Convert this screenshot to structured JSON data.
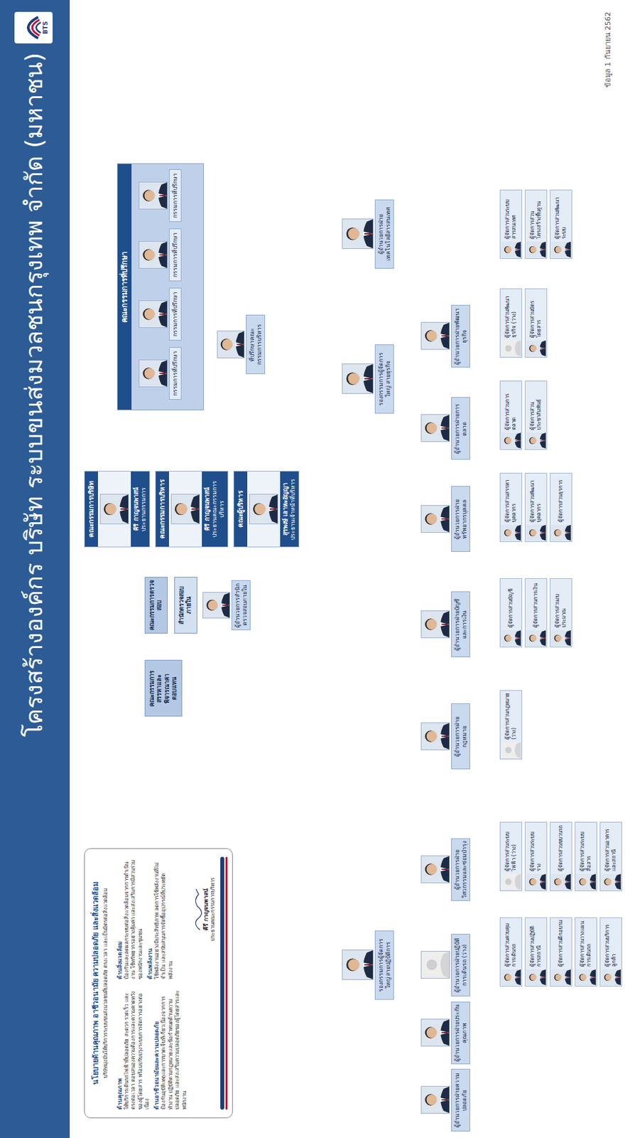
{
  "diagram": {
    "title": "โครงสร้างองค์กร บริษัท ระบบขนส่งมวลชนกรุงเทพ จำกัด (มหาชน)",
    "nodes": [
      {
        "text": [
          "คณะกรรมการบริษัท",
          "คีรี กาญจนพาสน์",
          "ประธานกรรมการ"
        ]
      },
      {
        "text": [
          "คณะกรรมการบริหาร",
          "คีรี กาญจนพาสน์",
          "ประธานคณะกรรมการบริหาร"
        ]
      },
      {
        "text": [
          "คณะผู้บริหาร",
          "สุรพงษ์ เลาหะอัญญา",
          "ประธานเจ้าหน้าที่บริหาร"
        ]
      },
      {
        "text": [
          "คณะกรรมการสรรหาและพิจารณาค่าตอบแทน"
        ]
      },
      {
        "text": [
          "คณะกรรมการตรวจสอบ"
        ]
      },
      {
        "text": [
          "สำนักตรวจสอบภายใน"
        ]
      },
      {
        "text": [
          "ผู้อำนวยการสำนักตรวจสอบภายใน"
        ]
      },
      {
        "text": [
          "คณะกรรมการที่ปรึกษา"
        ]
      },
      {
        "text": [
          "กรรมการที่ปรึกษา"
        ],
        "in": 7
      },
      {
        "text": [
          "กรรมการที่ปรึกษา"
        ],
        "in": 7
      },
      {
        "text": [
          "กรรมการที่ปรึกษา"
        ],
        "in": 7
      },
      {
        "text": [
          "กรรมการที่ปรึกษา"
        ],
        "in": 7
      },
      {
        "text": [
          "ที่ปรึกษาคณะกรรมการบริหาร"
        ]
      },
      {
        "text": [
          "นโยบายด้านคุณภาพ อาชีวอนามัย ความปลอดภัย และสิ่งแวดล้อม",
          "บริษัทมุ่งมั่นให้บริการระบบขนส่งมวลชนที่ปลอดภัย ตรงเวลา และเป็นมิตรต่อสิ่งแวดล้อม",
          "ด้านคุณภาพ",
          "ให้บริการเดินรถไฟฟ้าที่ปลอดภัย สะดวก รวดเร็ว และตรงต่อเวลา ตอบสนองความต้องการและความคาดหวังของผู้โดยสาร พร้อมปรับปรุงระบบการจัดการอย่างต่อเนื่อง",
          "ด้านอาชีวอนามัยและความปลอดภัย",
          "ป้องกันอุบัติเหตุและการบาดเจ็บที่เกี่ยวเนื่องจากการทำงาน ปฏิบัติตามกฎหมายและข้อกำหนดด้านความปลอดภัย และส่งเสริมความปลอดภัยของผู้โดยสารและพนักงาน",
          "ด้านสิ่งแวดล้อม",
          "ป้องกันและลดผลกระทบต่อสิ่งแวดล้อมจากการดำเนินงาน ใช้ทรัพยากรอย่างคุ้มค่า และส่งเสริมการมีส่วนร่วมของพนักงานและชุมชน",
          "ด้านพลังงาน",
          "ใช้พลังงานอย่างมีประสิทธิภาพ ลดการใช้พลังงานที่ไม่จำเป็น และสนับสนุนการจัดซื้ออุปกรณ์ที่ประหยัดพลังงาน",
          "คีรี กาญจนพาสน์",
          "ประธานคณะกรรมการบริหาร"
        ]
      },
      {
        "text": [
          "รองกรรมการผู้จัดการใหญ่ สายปฏิบัติการ"
        ]
      },
      {
        "text": [
          "ผู้อำนวยการฝ่ายความปลอดภัย"
        ]
      },
      {
        "text": [
          "ผู้อำนวยการฝ่ายประกันคุณภาพ"
        ]
      },
      {
        "text": [
          "ผู้อำนวยการฝ่ายปฏิบัติการเดินรถ (ว่าง)"
        ]
      },
      {
        "text": [
          "ผู้จัดการส่วนควบคุมการเดินรถ"
        ]
      },
      {
        "text": [
          "ผู้จัดการส่วนปฏิบัติการสถานี"
        ]
      },
      {
        "text": [
          "ผู้จัดการส่วนฝึกอบรม"
        ]
      },
      {
        "text": [
          "ผู้จัดการส่วนวางแผนการเดินรถ"
        ]
      },
      {
        "text": [
          "ผู้จัดการส่วนบริการลูกค้า"
        ]
      },
      {
        "text": [
          "ผู้อำนวยการฝ่ายวิศวกรรมและซ่อมบำรุง"
        ]
      },
      {
        "text": [
          "ผู้จัดการส่วนระบบไฟฟ้า (ว่าง)"
        ]
      },
      {
        "text": [
          "ผู้จัดการส่วนระบบราง"
        ]
      },
      {
        "text": [
          "ผู้จัดการส่วนขบวนรถ"
        ]
      },
      {
        "text": [
          "ผู้จัดการส่วนระบบสื่อสาร"
        ]
      },
      {
        "text": [
          "ผู้จัดการส่วนอาคารและสถานี"
        ]
      },
      {
        "text": [
          "ผู้อำนวยการฝ่ายกฎหมาย"
        ]
      },
      {
        "text": [
          "ผู้จัดการส่วนกฎหมาย (ว่าง)"
        ]
      },
      {
        "text": [
          "ผู้อำนวยการฝ่ายบัญชีและการเงิน"
        ]
      },
      {
        "text": [
          "ผู้จัดการส่วนบัญชี"
        ]
      },
      {
        "text": [
          "ผู้จัดการส่วนการเงิน"
        ]
      },
      {
        "text": [
          "ผู้จัดการส่วนงบประมาณ"
        ]
      },
      {
        "text": [
          "ผู้อำนวยการฝ่ายทรัพยากรบุคคล"
        ]
      },
      {
        "text": [
          "ผู้จัดการส่วนสรรหาบุคลากร"
        ]
      },
      {
        "text": [
          "ผู้จัดการส่วนพัฒนาบุคลากร"
        ]
      },
      {
        "text": [
          "ผู้จัดการส่วนธุรการ"
        ]
      },
      {
        "text": [
          "รองกรรมการผู้จัดการใหญ่ สายธุรกิจ"
        ]
      },
      {
        "text": [
          "ผู้อำนวยการฝ่ายการตลาด"
        ]
      },
      {
        "text": [
          "ผู้จัดการส่วนการตลาด"
        ]
      },
      {
        "text": [
          "ผู้จัดการส่วนประชาสัมพันธ์"
        ]
      },
      {
        "text": [
          "ผู้อำนวยการฝ่ายพัฒนาธุรกิจ"
        ]
      },
      {
        "text": [
          "ผู้จัดการส่วนพัฒนาธุรกิจ (ว่าง)"
        ]
      },
      {
        "text": [
          "ผู้จัดการส่วนบัตรโดยสาร"
        ]
      },
      {
        "text": [
          "ผู้อำนวยการฝ่ายเทคโนโลยีสารสนเทศ"
        ]
      },
      {
        "text": [
          "ผู้จัดการส่วนระบบสารสนเทศ"
        ]
      },
      {
        "text": [
          "ผู้จัดการส่วนโครงสร้างพื้นฐาน"
        ]
      },
      {
        "text": [
          "ผู้จัดการส่วนพัฒนาระบบ"
        ]
      }
    ],
    "edges": [
      {
        "from": 0,
        "to": 1,
        "arrow": "none"
      },
      {
        "from": 1,
        "to": 2,
        "arrow": "none"
      },
      {
        "from": 0,
        "to": 3,
        "arrow": "none"
      },
      {
        "from": 0,
        "to": 4,
        "arrow": "none"
      },
      {
        "from": 0,
        "to": 7,
        "arrow": "none"
      },
      {
        "from": 0,
        "to": 12,
        "arrow": "none"
      },
      {
        "from": 4,
        "to": 5,
        "arrow": "none"
      },
      {
        "from": 5,
        "to": 6,
        "arrow": "none"
      },
      {
        "from": 2,
        "to": 14,
        "arrow": "none"
      },
      {
        "from": 2,
        "to": 29,
        "arrow": "none"
      },
      {
        "from": 2,
        "to": 31,
        "arrow": "none"
      },
      {
        "from": 2,
        "to": 35,
        "arrow": "none"
      },
      {
        "from": 2,
        "to": 39,
        "arrow": "none"
      },
      {
        "from": 2,
        "to": 46,
        "arrow": "none"
      },
      {
        "from": 14,
        "to": 15,
        "arrow": "none"
      },
      {
        "from": 14,
        "to": 16,
        "arrow": "none"
      },
      {
        "from": 14,
        "to": 17,
        "arrow": "none"
      },
      {
        "from": 14,
        "to": 23,
        "arrow": "none"
      },
      {
        "from": 17,
        "to": 18,
        "arrow": "none"
      },
      {
        "from": 17,
        "to": 19,
        "arrow": "none"
      },
      {
        "from": 17,
        "to": 20,
        "arrow": "none"
      },
      {
        "from": 17,
        "to": 21,
        "arrow": "none"
      },
      {
        "from": 17,
        "to": 22,
        "arrow": "none"
      },
      {
        "from": 23,
        "to": 24,
        "arrow": "none"
      },
      {
        "from": 23,
        "to": 25,
        "arrow": "none"
      },
      {
        "from": 23,
        "to": 26,
        "arrow": "none"
      },
      {
        "from": 23,
        "to": 27,
        "arrow": "none"
      },
      {
        "from": 23,
        "to": 28,
        "arrow": "none"
      },
      {
        "from": 29,
        "to": 30,
        "arrow": "none"
      },
      {
        "from": 31,
        "to": 32,
        "arrow": "none"
      },
      {
        "from": 31,
        "to": 33,
        "arrow": "none"
      },
      {
        "from": 31,
        "to": 34,
        "arrow": "none"
      },
      {
        "from": 35,
        "to": 36,
        "arrow": "none"
      },
      {
        "from": 35,
        "to": 37,
        "arrow": "none"
      },
      {
        "from": 35,
        "to": 38,
        "arrow": "none"
      },
      {
        "from": 39,
        "to": 40,
        "arrow": "none"
      },
      {
        "from": 39,
        "to": 43,
        "arrow": "none"
      },
      {
        "from": 40,
        "to": 41,
        "arrow": "none"
      },
      {
        "from": 40,
        "to": 42,
        "arrow": "none"
      },
      {
        "from": 43,
        "to": 44,
        "arrow": "none"
      },
      {
        "from": 43,
        "to": 45,
        "arrow": "none"
      },
      {
        "from": 46,
        "to": 47,
        "arrow": "none"
      },
      {
        "from": 46,
        "to": 48,
        "arrow": "none"
      },
      {
        "from": 46,
        "to": 49,
        "arrow": "none"
      }
    ],
    "labels": [
      "ข้อมูล 1 กันยายน 2562",
      "BTS"
    ]
  }
}
